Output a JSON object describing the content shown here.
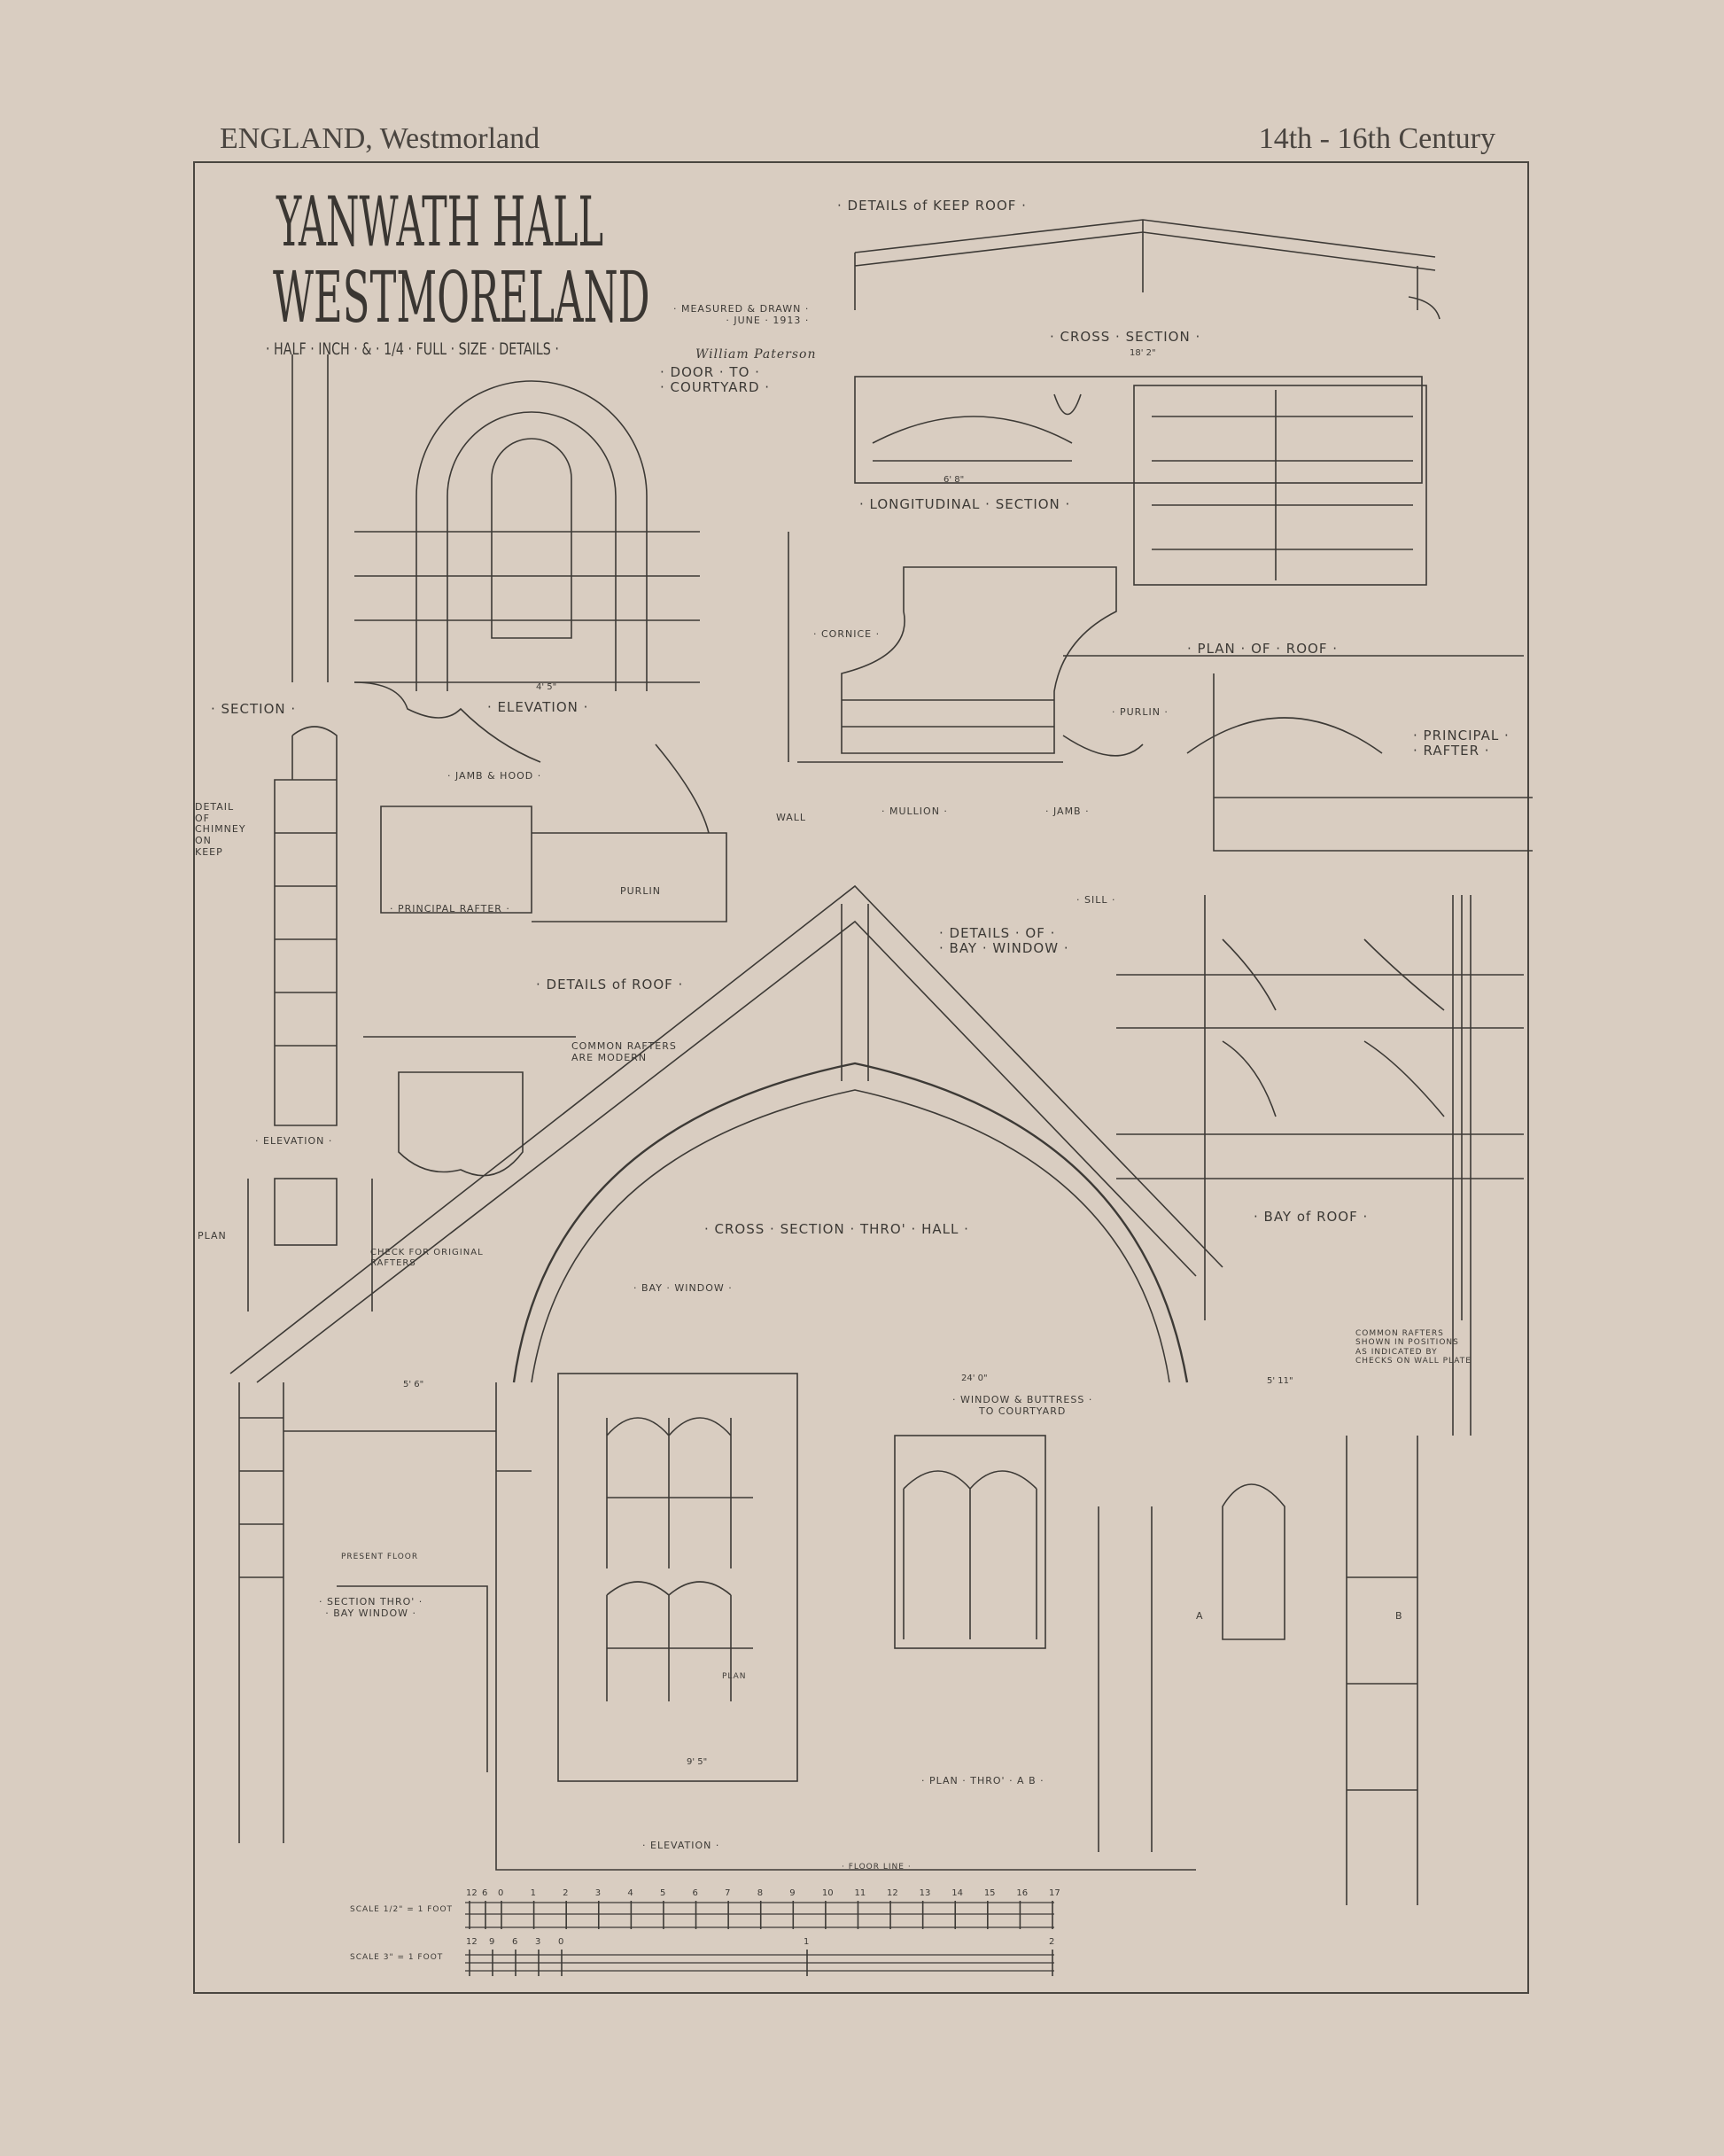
{
  "header": {
    "location": "ENGLAND, Westmorland",
    "period": "14th - 16th Century"
  },
  "title_block": {
    "line1": "YANWATH HALL",
    "line2": "WESTMORELAND",
    "line3": "· HALF · INCH · & · 1/4 · FULL · SIZE · DETAILS ·",
    "measured": "· MEASURED & DRAWN ·\n· JUNE · 1913 ·",
    "signature": "William Paterson"
  },
  "labels": {
    "keep_roof": "· DETAILS of KEEP ROOF ·",
    "cross_section": "· CROSS · SECTION ·",
    "door": "· DOOR · TO ·\n· COURTYARD ·",
    "longitudinal": "· LONGITUDINAL · SECTION ·",
    "cornice": "· CORNICE ·",
    "plan_of_roof": "· PLAN · OF · ROOF ·",
    "purlin_top": "· PURLIN ·",
    "principal_rafter_r": "· PRINCIPAL ·\n· RAFTER ·",
    "section": "· SECTION ·",
    "elevation_door": "· ELEVATION ·",
    "jamb_hood": "· JAMB & HOOD ·",
    "chimney": "DETAIL\nOF\nCHIMNEY\nON\nKEEP",
    "mullion": "· MULLION ·",
    "jamb": "· JAMB ·",
    "wall": "WALL",
    "purlin_mid": "PURLIN",
    "principal_rafter_l": "· PRINCIPAL RAFTER ·",
    "sill": "· SILL ·",
    "bay_window_details": "· DETAILS · OF ·\n· BAY · WINDOW ·",
    "details_roof": "· DETAILS of ROOF ·",
    "common_modern": "COMMON RAFTERS\nARE MODERN",
    "elevation_chimney": "· ELEVATION ·",
    "plan_chimney": "PLAN",
    "check_rafters": "CHECK FOR ORIGINAL\nRAFTERS",
    "cross_hall": "· CROSS · SECTION · THRO' · HALL ·",
    "bay_of_roof": "· BAY of ROOF ·",
    "bay_window": "· BAY · WINDOW ·",
    "common_shown": "COMMON RAFTERS\nSHOWN IN POSITIONS\nAS INDICATED BY\nCHECKS ON WALL PLATE",
    "window_buttress": "· WINDOW & BUTTRESS ·\nTO COURTYARD",
    "present_floor": "PRESENT FLOOR",
    "section_bay": "· SECTION THRO' ·\n· BAY WINDOW ·",
    "plan_small": "PLAN",
    "plan_ab": "· PLAN · THRO' · A B ·",
    "elevation_main": "· ELEVATION ·",
    "floor_line": "· FLOOR LINE ·",
    "point_a": "A",
    "point_b": "B"
  },
  "dimensions": {
    "door_width": "4' 5\"",
    "long_span": "6' 8\"",
    "cross_span": "18' 2\"",
    "hall_span": "24' 0\"",
    "window_width": "9' 5\"",
    "left_dim": "5' 6\"",
    "right_dim": "5' 11\""
  },
  "scales": [
    {
      "label": "SCALE 1/2\" = 1 FOOT",
      "ticks": [
        "12",
        "6",
        "0",
        "1",
        "2",
        "3",
        "4",
        "5",
        "6",
        "7",
        "8",
        "9",
        "10",
        "11",
        "12",
        "13",
        "14",
        "15",
        "16",
        "17"
      ]
    },
    {
      "label": "SCALE 3\" = 1 FOOT",
      "ticks": [
        "12",
        "9",
        "6",
        "3",
        "0",
        "1",
        "2"
      ]
    }
  ],
  "colors": {
    "background": "#d9cdc1",
    "ink": "#3d3a36",
    "frame": "#4a4640"
  }
}
